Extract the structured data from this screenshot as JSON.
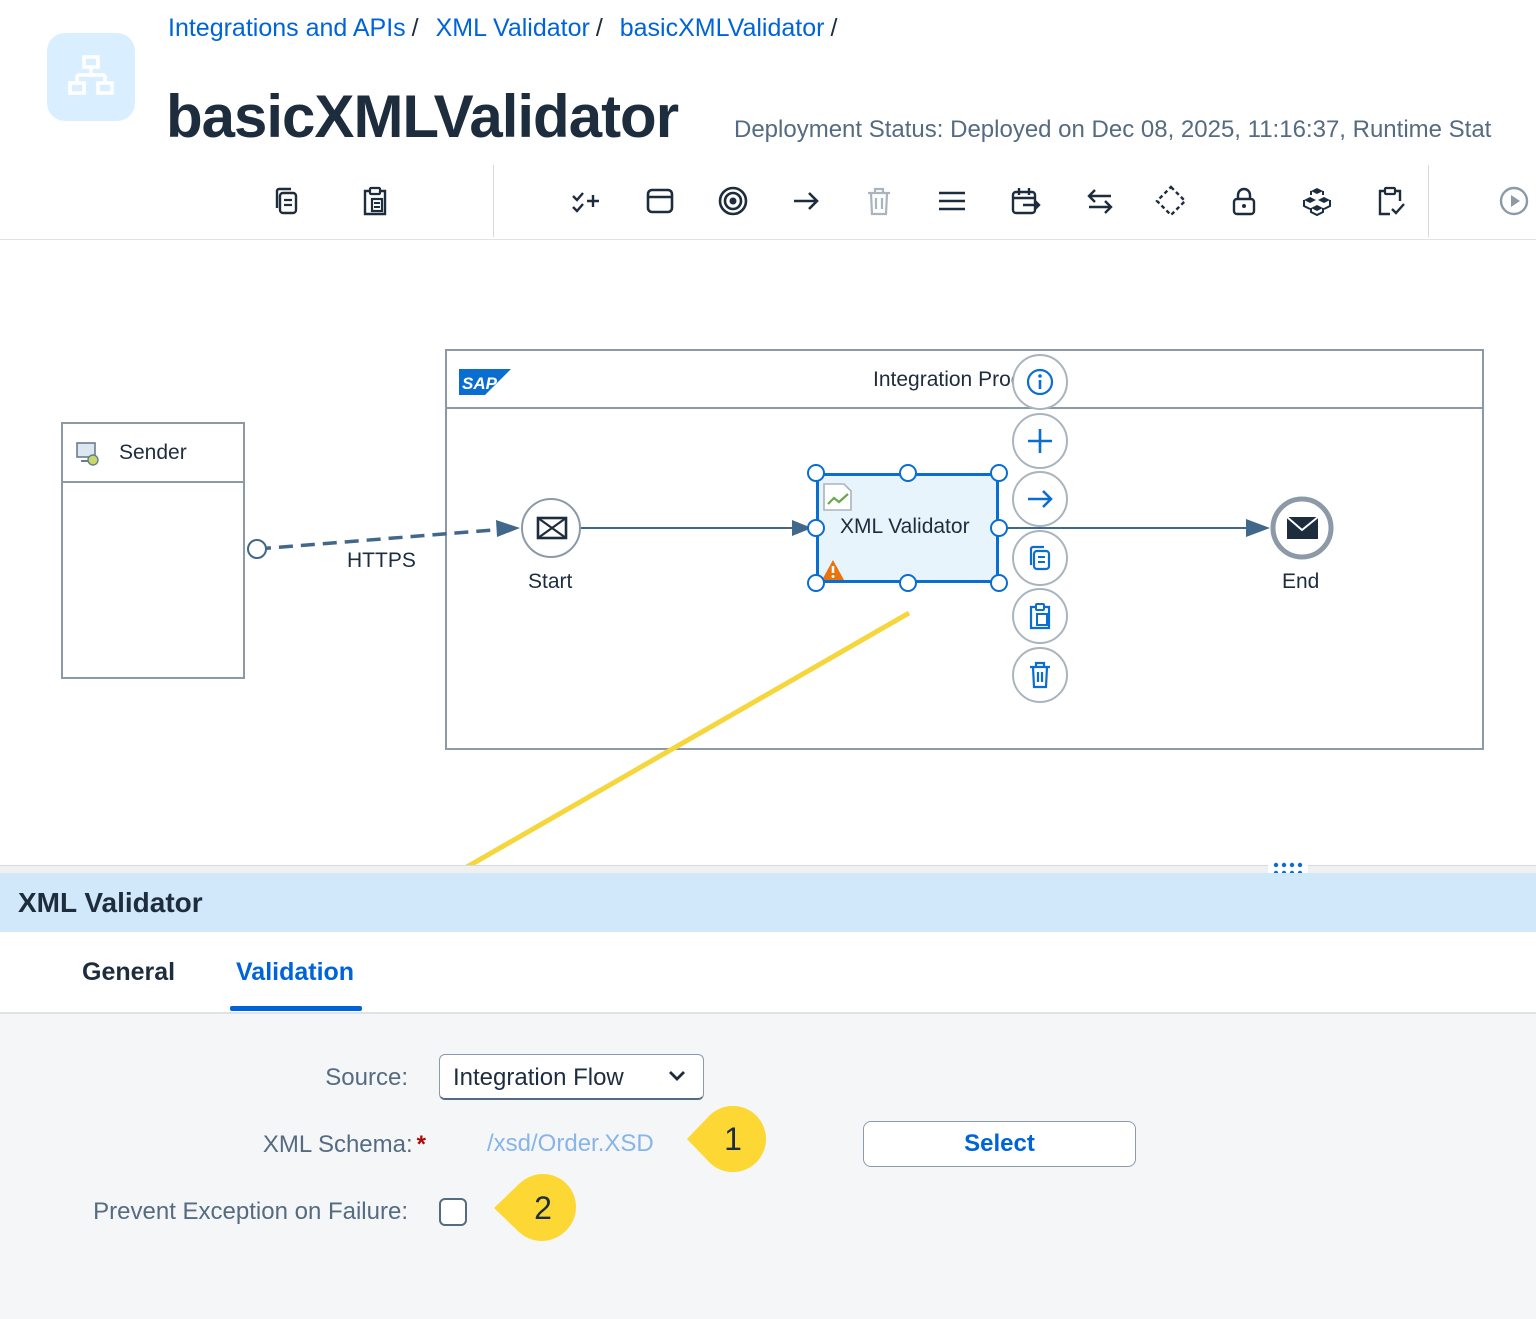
{
  "header": {
    "breadcrumbs": [
      "Integrations and APIs",
      "XML Validator",
      "basicXMLValidator"
    ],
    "breadcrumb_separator": "/",
    "title": "basicXMLValidator",
    "deployment_status": "Deployment Status: Deployed on Dec 08, 2025, 11:16:37, Runtime Stat"
  },
  "toolbar": {
    "icons": [
      "copy-icon",
      "paste-icon",
      "check-add-icon",
      "window-icon",
      "target-icon",
      "arrow-right-icon",
      "delete-icon",
      "menu-icon",
      "calendar-icon",
      "swap-icon",
      "gateway-icon",
      "lock-icon",
      "cubes-icon",
      "clipboard-check-icon",
      "play-icon"
    ]
  },
  "diagram": {
    "sender_label": "Sender",
    "pool_title": "Integration Process",
    "sap_logo": "SAP",
    "connection_label": "HTTPS",
    "start_label": "Start",
    "step_label": "XML Validator",
    "end_label": "End",
    "context_actions": [
      "info-icon",
      "add-icon",
      "connect-icon",
      "copy-icon",
      "paste-icon",
      "delete-icon"
    ]
  },
  "panel": {
    "title": "XML Validator",
    "tabs": [
      {
        "label": "General",
        "active": false
      },
      {
        "label": "Validation",
        "active": true
      }
    ],
    "fields": {
      "source_label": "Source:",
      "source_value": "Integration Flow",
      "schema_label": "XML Schema:",
      "schema_required_mark": "*",
      "schema_value": "/xsd/Order.XSD",
      "select_button": "Select",
      "prevent_label": "Prevent Exception on Failure:",
      "prevent_checked": false
    }
  },
  "annotations": {
    "callouts": [
      "1",
      "2"
    ],
    "arrow_color": "#f5d63d"
  },
  "colors": {
    "accent": "#0064d9",
    "panel_header": "#d1e8fa",
    "selected_step_fill": "#e8f4fc",
    "warning": "#e9730c",
    "callout": "#fdd835"
  }
}
